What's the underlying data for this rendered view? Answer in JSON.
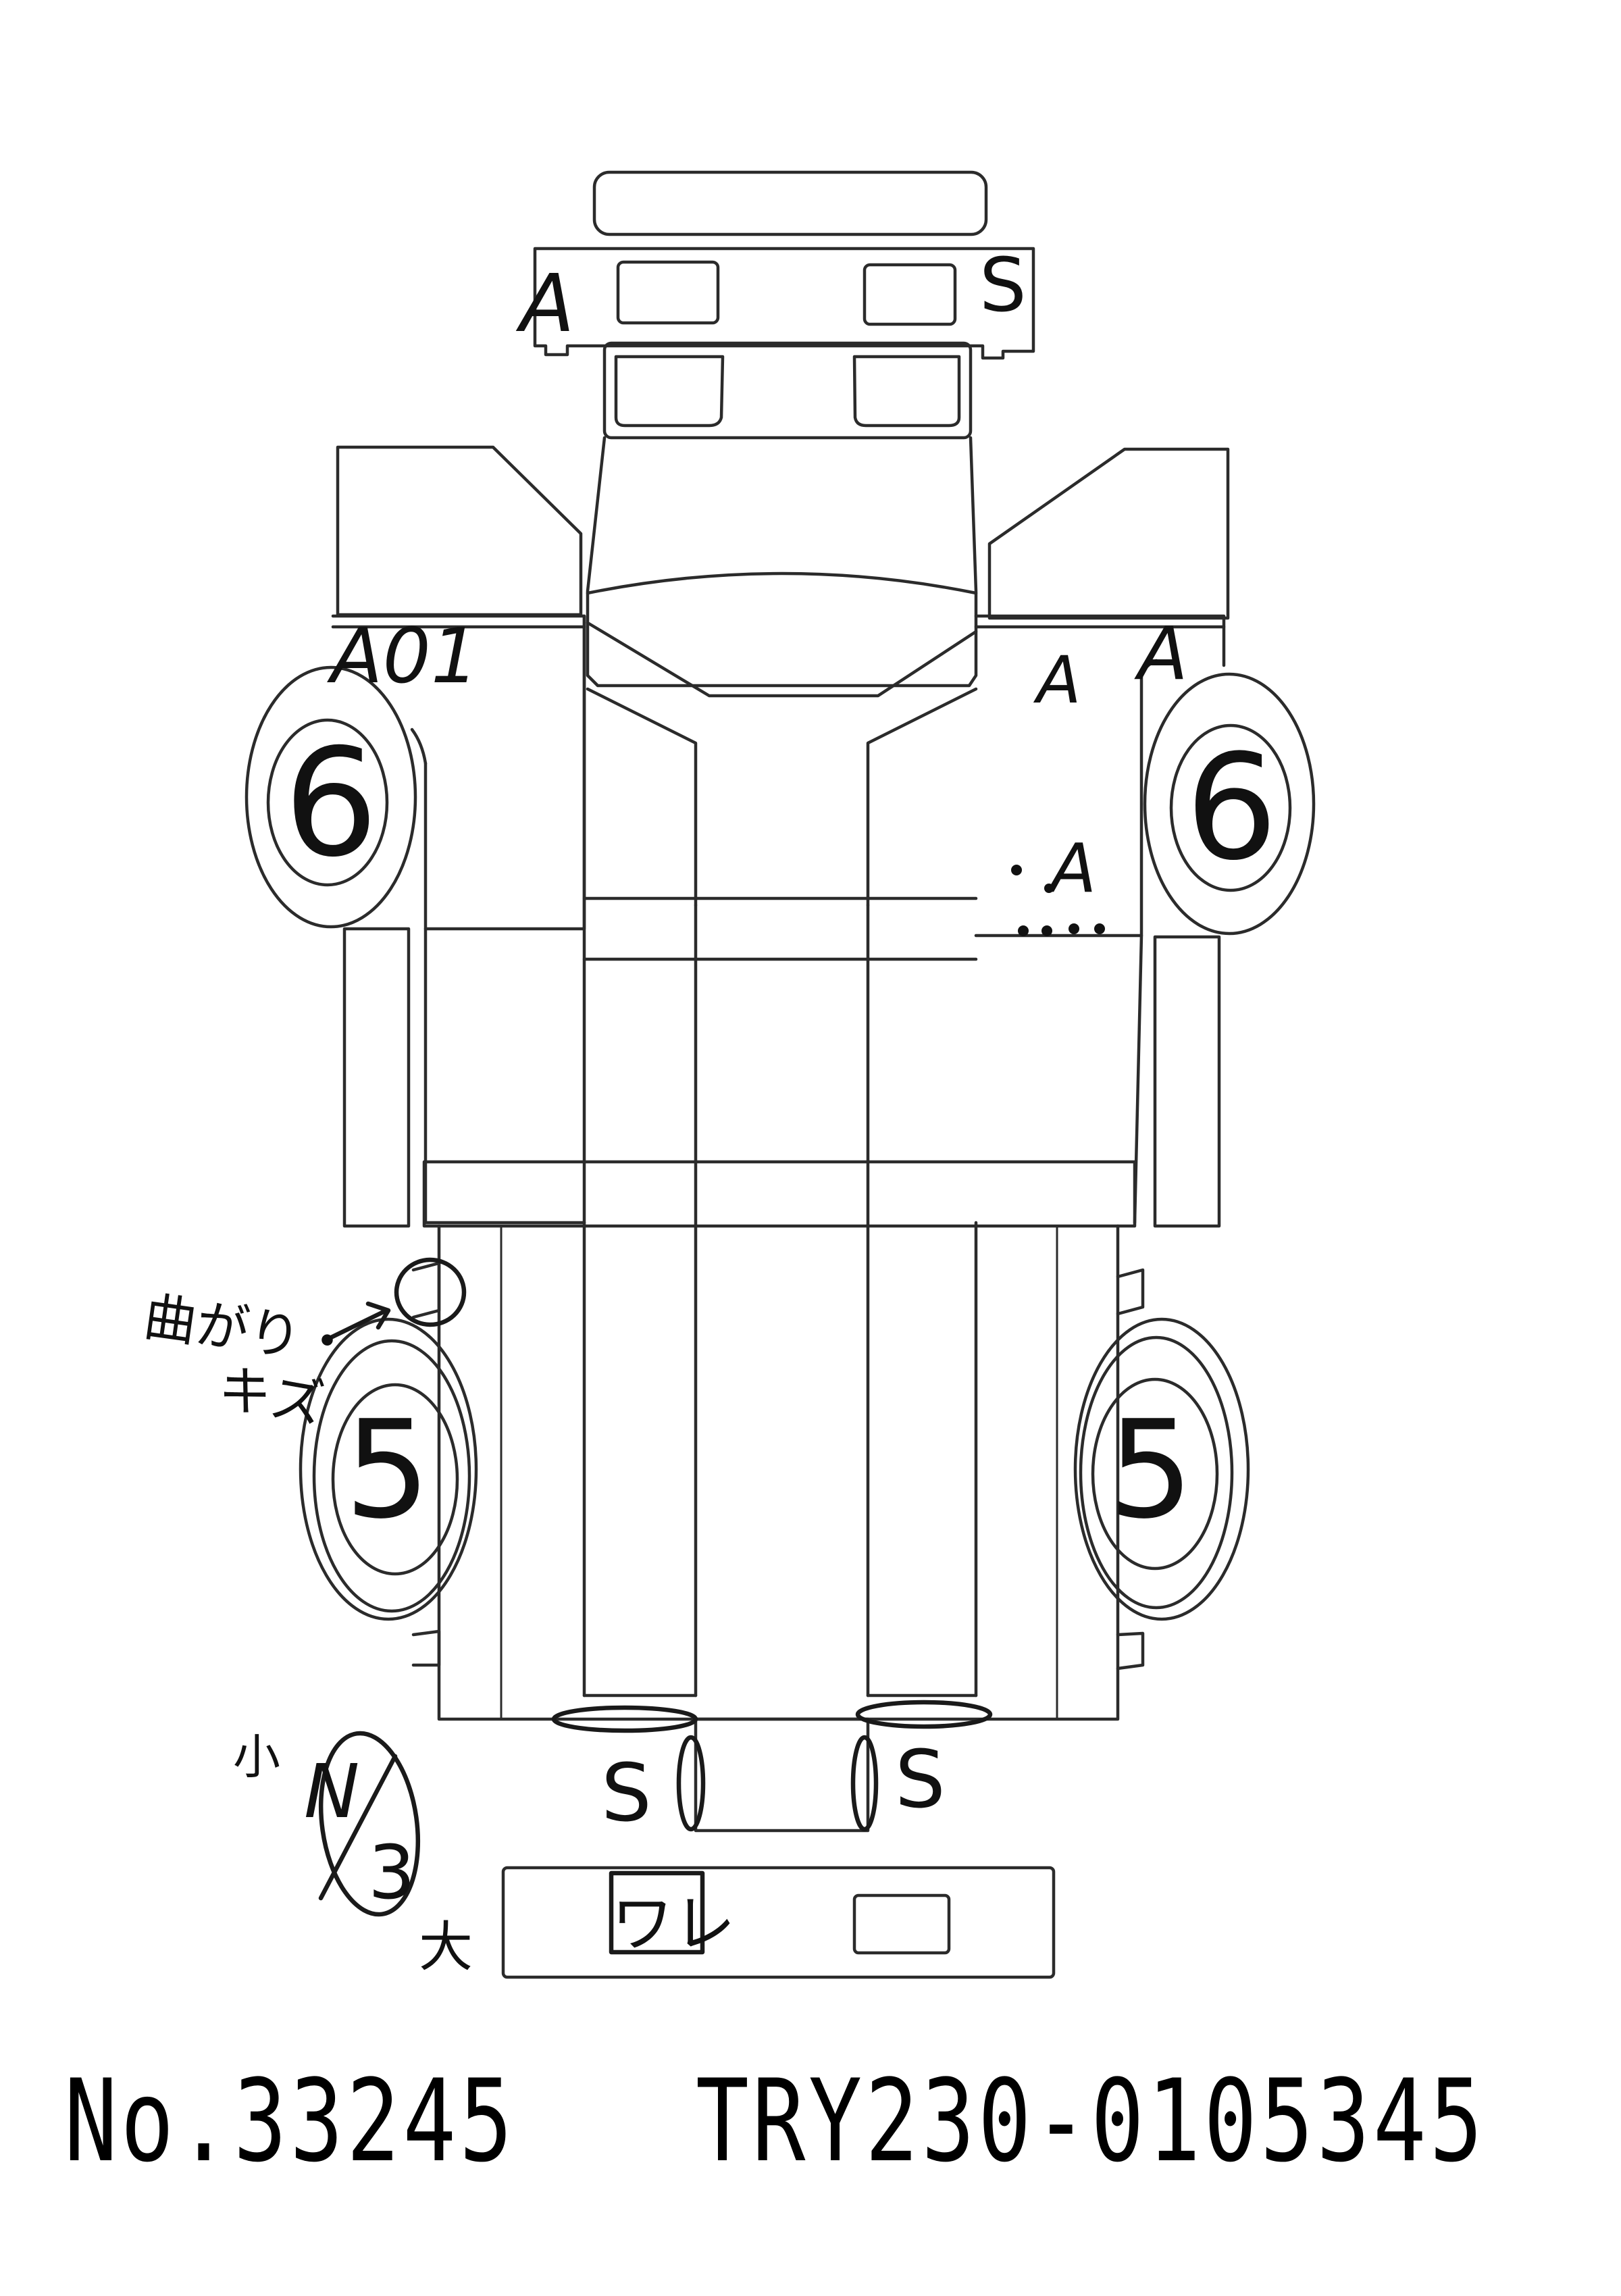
{
  "document_number": "No.33245",
  "model_code": "TRY230-0105345",
  "marks": {
    "front_bumper_left": "A",
    "front_bumper_right": "S",
    "left_front_fender": "A01",
    "right_front_fender_a": "A",
    "right_front_fender_b": "A",
    "right_front_door": "A",
    "left_front_tire": "6",
    "right_front_tire": "6",
    "left_rear_tire": "5",
    "right_rear_tire": "5",
    "rear_left_small": "S",
    "rear_right_small": "S",
    "spare_tire_top": "N",
    "spare_tire_bottom": "3",
    "spare_small_label": "小",
    "spare_large_label": "大",
    "rear_bumper_note": "ワレ",
    "left_rear_note_line1": "曲がり・",
    "left_rear_note_line2": "キズ"
  }
}
